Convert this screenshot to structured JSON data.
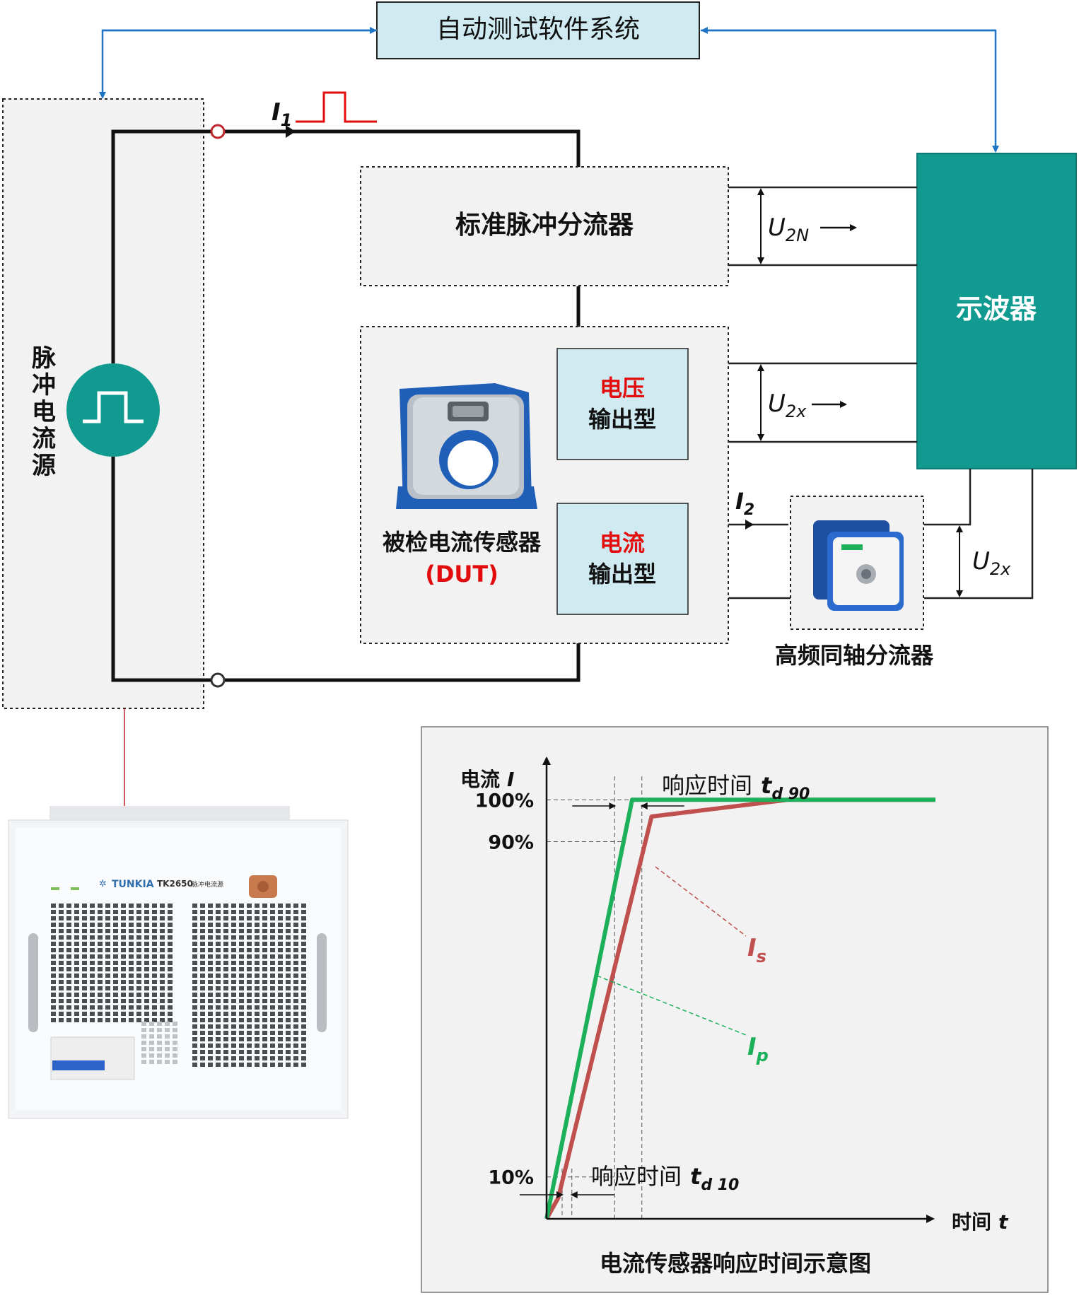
{
  "software": {
    "label": "自动测试软件系统"
  },
  "source": {
    "label": "脉冲电流源"
  },
  "current": {
    "i1": "I",
    "i1_sub": "1",
    "i2": "I",
    "i2_sub": "2"
  },
  "shunt": {
    "label": "标准脉冲分流器"
  },
  "voltages": {
    "u2n": "U",
    "u2n_sub": "2N",
    "u2x_a": "U",
    "u2x_a_sub": "2x",
    "u2x_b": "U",
    "u2x_b_sub": "2x"
  },
  "oscilloscope": {
    "label": "示波器"
  },
  "dut": {
    "label": "被检电流传感器",
    "tag": "(DUT)",
    "voltage_type_1": "电压",
    "voltage_type_2": "输出型",
    "current_type_1": "电流",
    "current_type_2": "输出型"
  },
  "coax": {
    "label": "高频同轴分流器"
  },
  "device": {
    "brand": "TUNKIA",
    "model": "TK2650",
    "model_desc": "脉冲电流源"
  },
  "colors": {
    "teal": "#109a90",
    "lightblue": "#cfeaf1",
    "blue_arrow": "#1f74c4",
    "red": "#e30c0c",
    "green": "#1cb05a",
    "brown_red": "#c0504d",
    "panel_gray": "#f2f2f2"
  },
  "chart_data": {
    "type": "line",
    "title": "电流传感器响应时间示意图",
    "ylabel": "电流",
    "ylabel_sym": "I",
    "xlabel": "时间",
    "xlabel_sym": "t",
    "ylim": [
      0,
      110
    ],
    "xlim": [
      0,
      100
    ],
    "y_ticks": [
      {
        "value": 10,
        "label": "10%"
      },
      {
        "value": 90,
        "label": "90%"
      },
      {
        "value": 100,
        "label": "100%"
      }
    ],
    "series": [
      {
        "name": "Ip",
        "sym": "I",
        "sub": "p",
        "x": [
          0,
          22,
          100
        ],
        "y": [
          0,
          100,
          100
        ]
      },
      {
        "name": "Is",
        "sym": "I",
        "sub": "s",
        "x": [
          0,
          3,
          27,
          62,
          100
        ],
        "y": [
          0,
          5,
          96,
          100,
          100
        ]
      }
    ],
    "annotations": {
      "td90": {
        "text": "响应时间",
        "sym": "t",
        "sub": "d 90",
        "x_from": 17.5,
        "x_to": 24.5
      },
      "td10": {
        "text": "响应时间",
        "sym": "t",
        "sub": "d 10",
        "x_from": 4,
        "x_to": 6.5
      }
    }
  }
}
